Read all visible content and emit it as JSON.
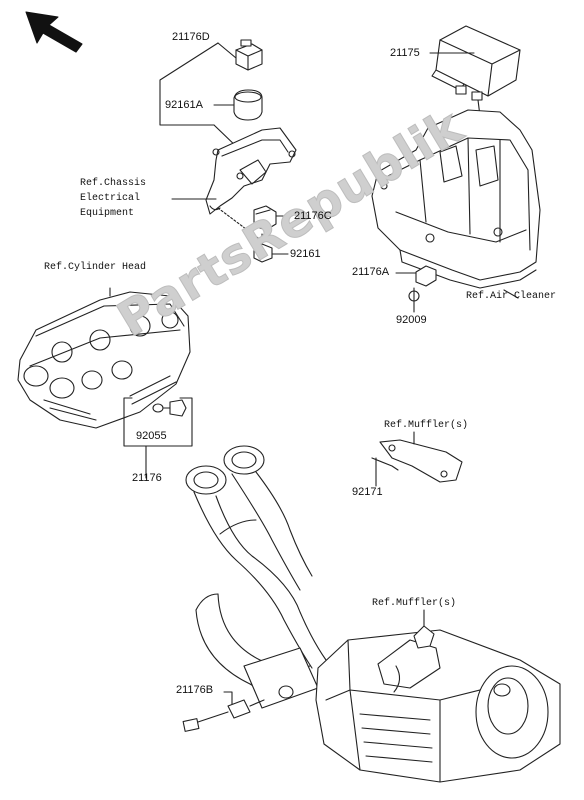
{
  "watermark": "PartsRepublik",
  "labels": {
    "p21176D": "21176D",
    "p92161A": "92161A",
    "p21175": "21175",
    "ref_chassis_1": "Ref.Chassis",
    "ref_chassis_2": "Electrical",
    "ref_chassis_3": "Equipment",
    "p21176C": "21176C",
    "p92161": "92161",
    "ref_cylinder_head": "Ref.Cylinder Head",
    "p21176A": "21176A",
    "ref_air_cleaner": "Ref.Air Cleaner",
    "p92009": "92009",
    "ref_muffler_1": "Ref.Muffler(s)",
    "p92055": "92055",
    "p21176": "21176",
    "p92171": "92171",
    "ref_muffler_2": "Ref.Muffler(s)",
    "p21176B": "21176B"
  },
  "icons": {
    "direction_arrow": "front-direction-arrow-icon"
  }
}
